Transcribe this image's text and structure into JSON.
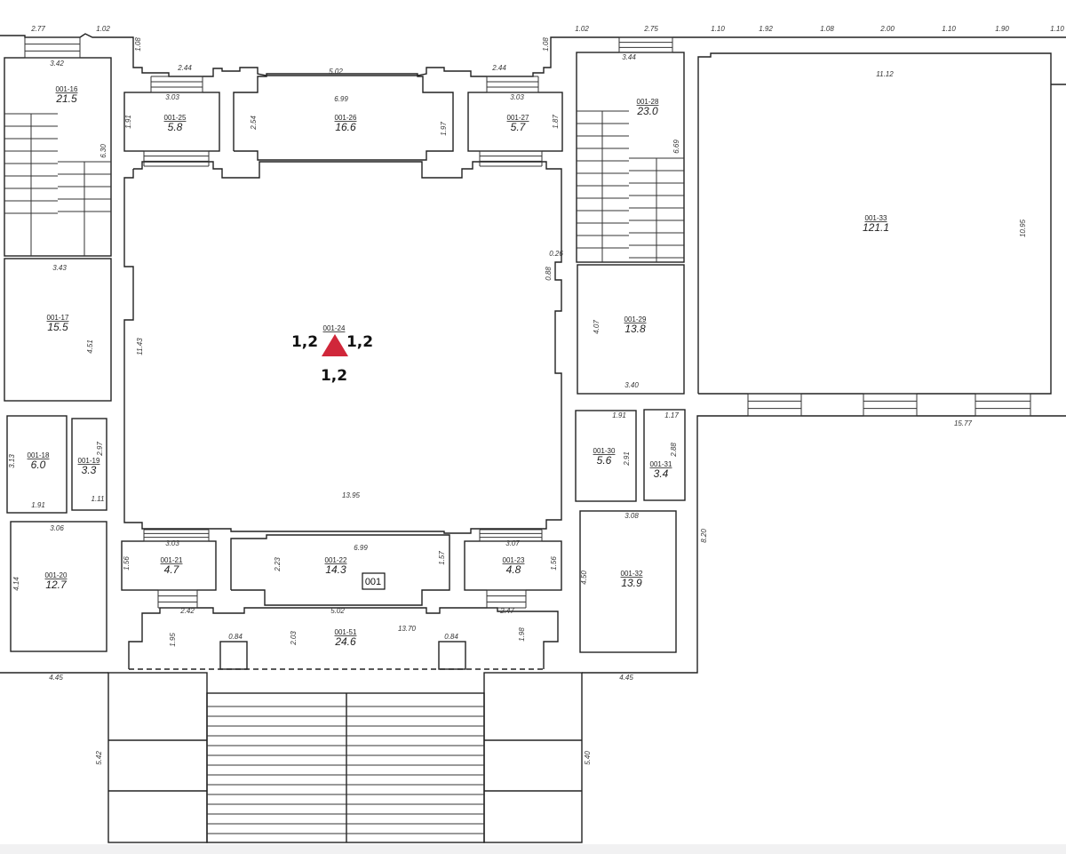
{
  "plan": {
    "section_label": "001",
    "marker": {
      "left": "1,2",
      "right": "1,2",
      "below": "1,2",
      "color": "#d0273a"
    },
    "rooms": [
      {
        "id": "001-16",
        "area": "21.5"
      },
      {
        "id": "001-25",
        "area": "5.8"
      },
      {
        "id": "001-26",
        "area": "16.6"
      },
      {
        "id": "001-27",
        "area": "5.7"
      },
      {
        "id": "001-28",
        "area": "23.0"
      },
      {
        "id": "001-33",
        "area": "121.1"
      },
      {
        "id": "001-17",
        "area": "15.5"
      },
      {
        "id": "001-29",
        "area": "13.8"
      },
      {
        "id": "001-18",
        "area": "6.0"
      },
      {
        "id": "001-19",
        "area": "3.3"
      },
      {
        "id": "001-30",
        "area": "5.6"
      },
      {
        "id": "001-31",
        "area": "3.4"
      },
      {
        "id": "001-20",
        "area": "12.7"
      },
      {
        "id": "001-21",
        "area": "4.7"
      },
      {
        "id": "001-22",
        "area": "14.3"
      },
      {
        "id": "001-23",
        "area": "4.8"
      },
      {
        "id": "001-32",
        "area": "13.9"
      },
      {
        "id": "001-51",
        "area": "24.6"
      },
      {
        "id": "001-24",
        "area": ""
      }
    ],
    "dims": [
      "2.77",
      "1.02",
      "3.42",
      "6.30",
      "2.44",
      "3.03",
      "1.91",
      "5.02",
      "6.99",
      "2.54",
      "1.97",
      "2.44",
      "3.03",
      "1.87",
      "1.08",
      "1.08",
      "1.02",
      "2.75",
      "1.10",
      "1.92",
      "1.08",
      "2.00",
      "1.10",
      "1.90",
      "1.10",
      "3.44",
      "6.69",
      "11.12",
      "10.95",
      "3.43",
      "4.51",
      "11.43",
      "0.26",
      "0.88",
      "4.07",
      "3.40",
      "1.91",
      "1.17",
      "2.91",
      "2.88",
      "3.13",
      "2.97",
      "1.91",
      "1.11",
      "3.06",
      "4.14",
      "13.95",
      "3.08",
      "8.20",
      "4.50",
      "15.77",
      "3.03",
      "1.56",
      "6.99",
      "2.23",
      "1.57",
      "3.07",
      "1.56",
      "2.42",
      "5.02",
      "2.47",
      "13.70",
      "1.95",
      "2.03",
      "1.98",
      "0.84",
      "0.84",
      "4.45",
      "4.45",
      "5.42",
      "5.40"
    ]
  }
}
